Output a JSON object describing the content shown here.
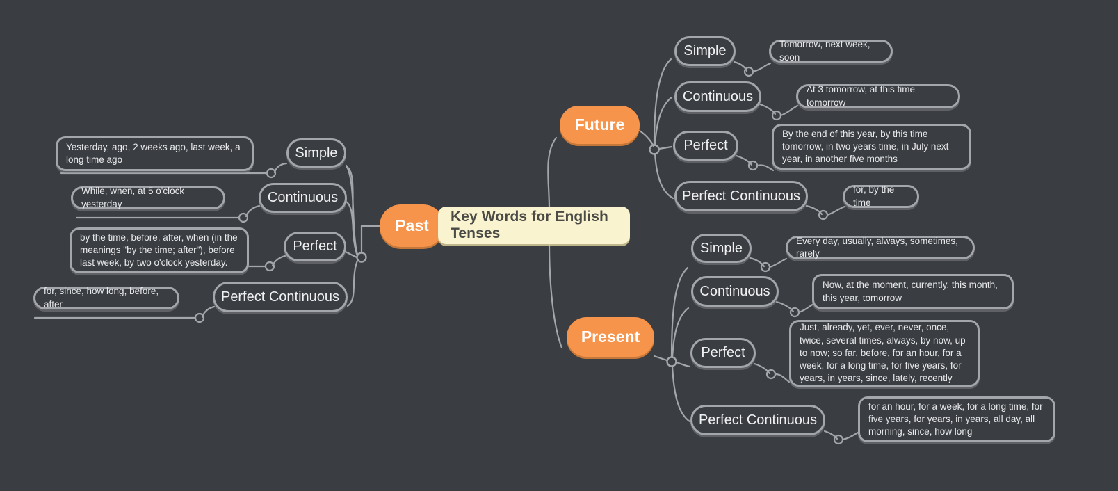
{
  "theme": {
    "background": "#3a3d42",
    "accent_orange": "#f7944b",
    "central_cream": "#faf3d0",
    "outline_gray": "#a3a6ab",
    "text_light": "#e9eaec",
    "text_dark": "#4a4a46"
  },
  "central": {
    "label": "Key Words for English Tenses"
  },
  "branches": [
    {
      "id": "past",
      "label": "Past",
      "children": [
        {
          "tense": "Simple",
          "keywords": "Yesterday, ago, 2 weeks ago, last week, a long time ago"
        },
        {
          "tense": "Continuous",
          "keywords": "While, when, at 5 o'clock yesterday"
        },
        {
          "tense": "Perfect",
          "keywords": "by the time, before,  after,  when (in the meanings \"by the time; after\"), before last week,  by two o'clock yesterday."
        },
        {
          "tense": "Perfect Continuous",
          "keywords": "for, since, how long, before, after"
        }
      ]
    },
    {
      "id": "future",
      "label": "Future",
      "children": [
        {
          "tense": "Simple",
          "keywords": "Tomorrow, next week, soon"
        },
        {
          "tense": "Continuous",
          "keywords": "At 3 tomorrow, at this time tomorrow"
        },
        {
          "tense": "Perfect",
          "keywords": "By the end of this year, by this time tomorrow, in two years time, in July next year, in another five months"
        },
        {
          "tense": "Perfect Continuous",
          "keywords": "for, by the time"
        }
      ]
    },
    {
      "id": "present",
      "label": "Present",
      "children": [
        {
          "tense": "Simple",
          "keywords": "Every day, usually, always, sometimes, rarely"
        },
        {
          "tense": "Continuous",
          "keywords": "Now, at the moment, currently, this month, this year, tomorrow"
        },
        {
          "tense": "Perfect",
          "keywords": "Just, already, yet, ever, never, once, twice, several times, always, by now, up to now; so far, before, for an hour, for a week, for a long time, for five years, for years, in years, since, lately, recently"
        },
        {
          "tense": "Perfect Continuous",
          "keywords": "for an hour, for a week, for a long time, for five years, for years,  in years,  all day, all morning, since, how long"
        }
      ]
    }
  ]
}
